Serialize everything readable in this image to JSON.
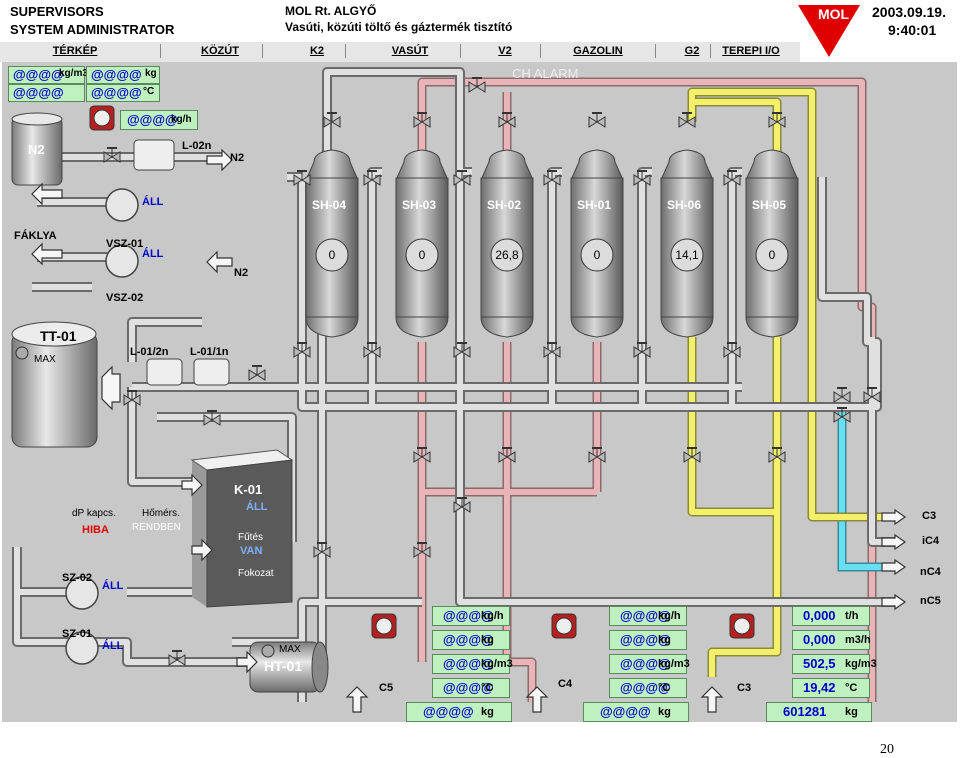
{
  "header": {
    "user_line1": "SUPERVISORS",
    "user_line2": "SYSTEM ADMINISTRATOR",
    "site_line1": "MOL Rt. ALGYŐ",
    "site_line2": "Vasúti, közúti töltő és gáztermék tisztító",
    "date": "2003.09.19.",
    "time": "9:40:01",
    "logo_text": "MOL"
  },
  "nav": {
    "items": [
      "TÉRKÉP",
      "KÖZÚT",
      "K2",
      "VASÚT",
      "V2",
      "GAZOLIN",
      "G2",
      "TEREPI I/O"
    ]
  },
  "alarm": "CH ALARM",
  "top_boxes": {
    "r1c1": "@@@@",
    "r1c1_unit": "kg/m3",
    "r1c2": "@@@@",
    "r1c2_unit": "kg",
    "r2c1": "@@@@",
    "r2c1_unit": "",
    "r2c2": "@@@@",
    "r2c2_unit": "°C",
    "n2_flow": "@@@@",
    "n2_flow_unit": "kg/h"
  },
  "labels": {
    "n2_tank": "N2",
    "l02n": "L-02n",
    "n2_out": "N2",
    "n2_in": "N2",
    "fakla": "FÁKLYA",
    "all1": "ÁLL",
    "vsz01": "VSZ-01",
    "all2": "ÁLL",
    "vsz02": "VSZ-02",
    "tt01": "TT-01",
    "max1": "MAX",
    "l01_2n": "L-01/2n",
    "l01_1n": "L-01/1n",
    "k01": "K-01",
    "k01_all": "ÁLL",
    "futes": "Fűtés",
    "van": "VAN",
    "fokozat": "Fokozat",
    "dp_kapcs": "dP kapcs.",
    "hiba": "HIBA",
    "homers": "Hőmérs.",
    "rendben": "RENDBEN",
    "sz02": "SZ-02",
    "sz02_all": "ÁLL",
    "sz01": "SZ-01",
    "sz01_all": "ÁLL",
    "max2": "MAX",
    "ht01": "HT-01",
    "c5": "C5",
    "c4": "C4",
    "c3": "C3",
    "out_c3": "C3",
    "out_ic4": "iC4",
    "out_nc4": "nC4",
    "out_nc5": "nC5"
  },
  "columns": [
    {
      "name": "SH-04",
      "value": "0"
    },
    {
      "name": "SH-03",
      "value": "0"
    },
    {
      "name": "SH-02",
      "value": "26,8"
    },
    {
      "name": "SH-01",
      "value": "0"
    },
    {
      "name": "SH-06",
      "value": "14,1"
    },
    {
      "name": "SH-05",
      "value": "0"
    }
  ],
  "c5_boxes": [
    {
      "value": "@@@@",
      "unit": "kg/h"
    },
    {
      "value": "@@@@",
      "unit": "kg"
    },
    {
      "value": "@@@@",
      "unit": "kg/m3"
    },
    {
      "value": "@@@@",
      "unit": "°C"
    },
    {
      "value": "@@@@",
      "unit": "kg"
    }
  ],
  "c4_boxes": [
    {
      "value": "@@@@",
      "unit": "kg/h"
    },
    {
      "value": "@@@@",
      "unit": "kg"
    },
    {
      "value": "@@@@",
      "unit": "kg/m3"
    },
    {
      "value": "@@@@",
      "unit": "°C"
    },
    {
      "value": "@@@@",
      "unit": "kg"
    }
  ],
  "c3_boxes": [
    {
      "value": "0,000",
      "unit": "t/h"
    },
    {
      "value": "0,000",
      "unit": "m3/h"
    },
    {
      "value": "502,5",
      "unit": "kg/m3"
    },
    {
      "value": "19,42",
      "unit": "°C"
    },
    {
      "value": "601281",
      "unit": "kg"
    }
  ],
  "page_number": "20",
  "colors": {
    "pipe_gray": "#dcdcdc",
    "pipe_pink": "#e8b4b8",
    "pipe_yellow": "#f5f06a",
    "pipe_cyan": "#66e0f0",
    "panel": "#c8c8c8",
    "value_box": "#bff0bf",
    "status_blue": "#0000cc",
    "status_red": "#e00000"
  }
}
